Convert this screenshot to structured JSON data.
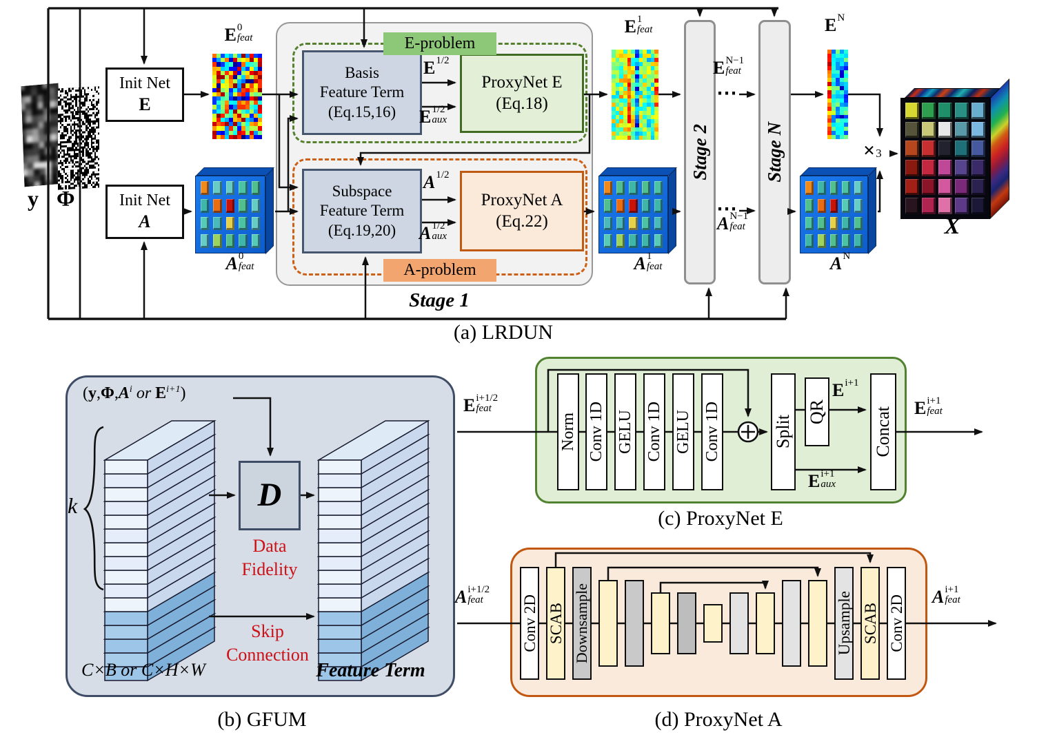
{
  "panel_a": {
    "caption": "(a) LRDUN",
    "y_label": "y",
    "phi_label": "Φ",
    "init_net_e": {
      "l1": "Init Net",
      "l2": "E"
    },
    "init_net_a": {
      "l1": "Init Net",
      "l2": "A"
    },
    "e_problem": "E-problem",
    "a_problem": "A-problem",
    "basis": {
      "l1": "Basis",
      "l2": "Feature Term",
      "l3": "(Eq.15,16)"
    },
    "proxy_e": {
      "l1": "ProxyNet E",
      "l2": "(Eq.18)"
    },
    "subspace": {
      "l1": "Subspace",
      "l2": "Feature Term",
      "l3": "(Eq.19,20)"
    },
    "proxy_a": {
      "l1": "ProxyNet A",
      "l2": "(Eq.22)"
    },
    "stage1": "Stage 1",
    "stage2": "Stage 2",
    "stageN": "Stage N",
    "dots": "⋯",
    "labels": {
      "e0": {
        "base": "E",
        "sup": "0",
        "sub": "feat"
      },
      "a0": {
        "base": "A",
        "sup": "0",
        "sub": "feat"
      },
      "e_half": {
        "base": "E",
        "sup": "1/2",
        "sub": ""
      },
      "e_aux_half": {
        "base": "E",
        "sup": "1/2",
        "sub": "aux"
      },
      "a_half": {
        "base": "A",
        "sup": "1/2",
        "sub": ""
      },
      "a_aux_half": {
        "base": "A",
        "sup": "1/2",
        "sub": "aux"
      },
      "e1": {
        "base": "E",
        "sup": "1",
        "sub": "feat"
      },
      "a1": {
        "base": "A",
        "sup": "1",
        "sub": "feat"
      },
      "eN1": {
        "base": "E",
        "sup": "N−1",
        "sub": "feat"
      },
      "aN1": {
        "base": "A",
        "sup": "N−1",
        "sub": "feat"
      },
      "eN": {
        "base": "E",
        "sup": "N",
        "sub": ""
      },
      "aN": {
        "base": "A",
        "sup": "N",
        "sub": ""
      },
      "times": {
        "base": "×",
        "sub": "3"
      },
      "x_out": "X"
    }
  },
  "panel_b": {
    "caption": "(b) GFUM",
    "input": {
      "open": "(",
      "y": "y",
      "c1": ",",
      "phi": "Φ",
      "c2": ",",
      "a": "A",
      "a_sup": "i",
      "or": " or ",
      "e": "E",
      "e_sup": "i+1",
      "close": ")"
    },
    "k": "k",
    "d": "D",
    "data_fidelity": {
      "l1": "Data",
      "l2": "Fidelity"
    },
    "skip": {
      "l1": "Skip",
      "l2": "Connection"
    },
    "dims": "C×B or C×H×W",
    "feature_term": "Feature Term"
  },
  "panel_c": {
    "caption": "(c) ProxyNet E",
    "blocks": {
      "norm": "Norm",
      "conv1": "Conv 1D",
      "gelu1": "GELU",
      "conv2": "Conv 1D",
      "gelu2": "GELU",
      "conv3": "Conv 1D",
      "split": "Split",
      "qr": "QR",
      "concat": "Concat"
    },
    "in_label": {
      "base": "E",
      "sup": "i+1/2",
      "sub": "feat"
    },
    "e_next": {
      "base": "E",
      "sup": "i+1",
      "sub": ""
    },
    "e_aux": {
      "base": "E",
      "sup": "i+1",
      "sub": "aux"
    },
    "out_label": {
      "base": "E",
      "sup": "i+1",
      "sub": "feat"
    }
  },
  "panel_d": {
    "caption": "(d) ProxyNet A",
    "blocks": {
      "conv_in": "Conv 2D",
      "scab_in": "SCAB",
      "down": "Downsample",
      "up": "Upsample",
      "scab_out": "SCAB",
      "conv_out": "Conv 2D"
    },
    "in_label": {
      "base": "A",
      "sup": "i+1/2",
      "sub": "feat"
    },
    "out_label": {
      "base": "A",
      "sup": "i+1",
      "sub": "feat"
    }
  },
  "colors": {
    "e_problem_green": "#8cc878",
    "e_problem_dash": "#55802e",
    "a_problem_orange": "#f2a56e",
    "a_problem_dash": "#cc6016",
    "feature_term_fill": "#cdd6e2",
    "proxynet_e_fill": "#e3f0d7",
    "proxynet_a_fill": "#fbe9d9",
    "panel_b_fill": "#d7dde6",
    "scab_yellow": "#fdf2c9",
    "annotation_red": "#cc1016"
  }
}
